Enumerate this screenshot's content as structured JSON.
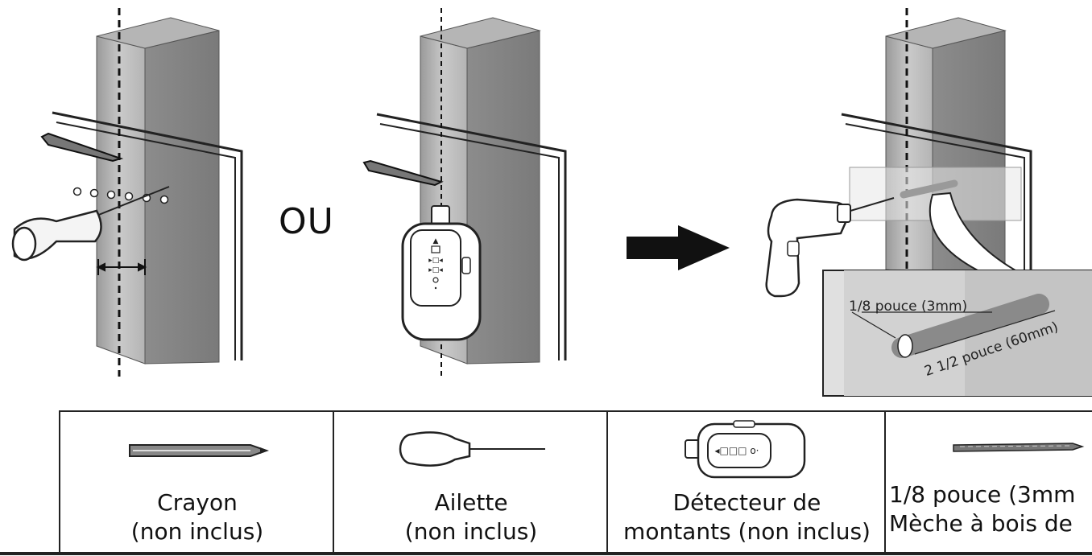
{
  "diagram": {
    "or_label": "OU",
    "drill_hole": {
      "diameter_label": "1/8 pouce (3mm)",
      "depth_label": "2 1/2 pouce (60mm)"
    }
  },
  "tools": [
    {
      "icon": "pencil-icon",
      "line1": "Crayon",
      "line2": "(non inclus)"
    },
    {
      "icon": "awl-icon",
      "line1": "Ailette",
      "line2": "(non inclus)"
    },
    {
      "icon": "stud-finder-icon",
      "line1": "Détecteur de",
      "line2": "montants (non inclus)"
    },
    {
      "icon": "drill-bit-icon",
      "line1": "1/8 pouce (3mm",
      "line2": "Mèche à bois de"
    }
  ]
}
